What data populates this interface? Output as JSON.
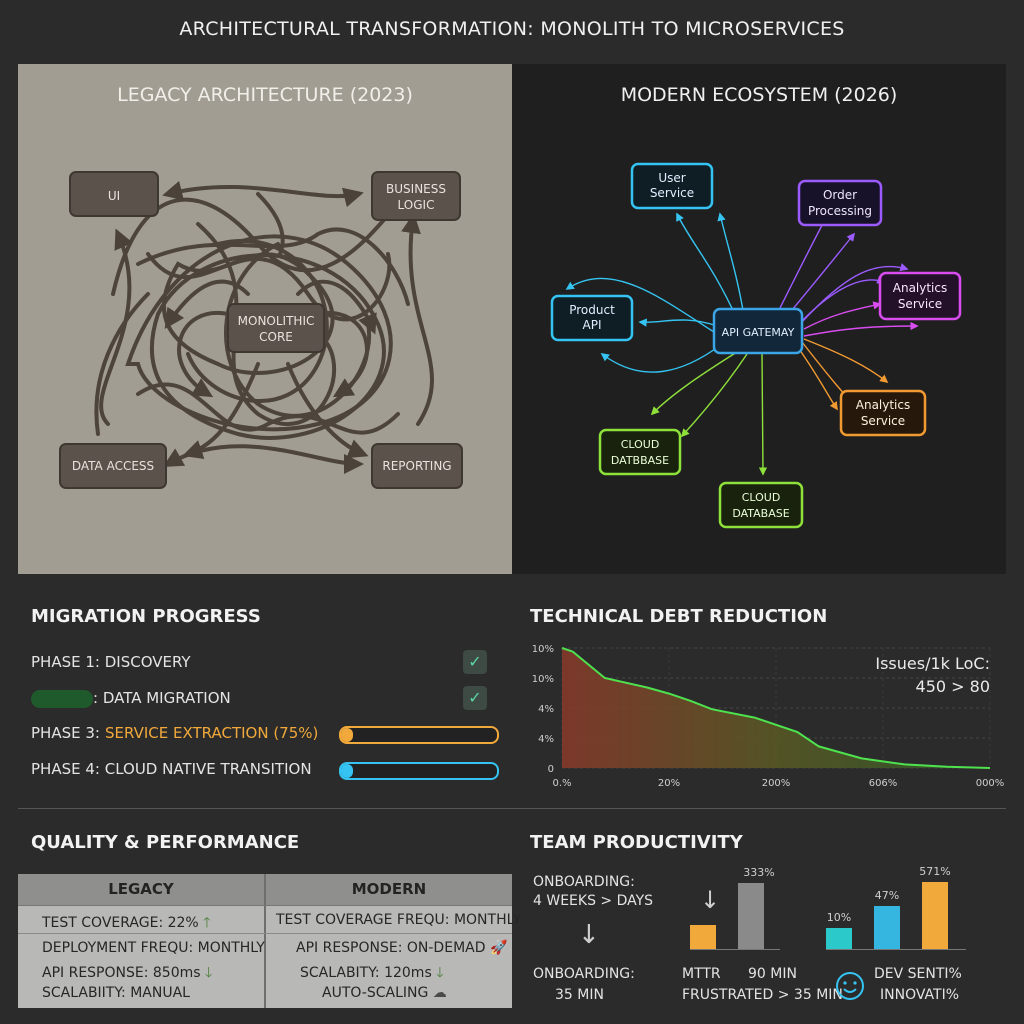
{
  "title": "ARCHITECTURAL TRANSFORMATION: MONOLITH TO MICROSERVICES",
  "legacy": {
    "heading": "LEGACY ARCHITECTURE (2023)",
    "nodes": {
      "ui": "UI",
      "business_logic": [
        "BUSINESS",
        "LOGIC"
      ],
      "core": [
        "MONOLITHIC",
        "CORE"
      ],
      "data_access": "DATA ACCESS",
      "reporting": "REPORTING"
    }
  },
  "modern": {
    "heading": "MODERN ECOSYSTEM (2026)",
    "nodes": {
      "user_service": [
        "User",
        "Service"
      ],
      "order_processing": [
        "Order",
        "Processing"
      ],
      "product_api": [
        "Product",
        "API"
      ],
      "api_gateway": "API GATEMAY",
      "analytics_purple": [
        "Analytics",
        "Service"
      ],
      "analytics_orange": [
        "Analytics",
        "Service"
      ],
      "cloud_db_left": [
        "CLOUD",
        "DATBBASE"
      ],
      "cloud_db_bottom": [
        "CLOUD",
        "DATABASE"
      ]
    },
    "colors": {
      "blue": "#35c4f2",
      "purple": "#9b5bff",
      "magenta": "#d94cf0",
      "orange": "#f29a32",
      "green": "#8ee03a"
    }
  },
  "migration": {
    "title": "MIGRATION PROGRESS",
    "phases": [
      {
        "label": "PHASE 1: DISCOVERY",
        "status": "complete",
        "icon": "check-icon"
      },
      {
        "label": ": DATA MIGRATION",
        "status": "complete",
        "icon": "check-icon"
      },
      {
        "label_prefix": "PHASE 3: ",
        "label_highlight": "SERVICE EXTRACTION (75%)",
        "status": "in-progress",
        "progress": 0.75,
        "color": "#f2a93b"
      },
      {
        "label": "PHASE 4: CLOUD NATIVE TRANSITION",
        "status": "in-progress",
        "color": "#35c4f2"
      }
    ]
  },
  "tech_debt": {
    "title": "TECHNICAL DEBT REDUCTION",
    "annotation_label": "Issues/1k LoC:",
    "annotation_value": "450 > 80"
  },
  "chart_data": {
    "type": "area",
    "y_tick_labels": [
      "10%",
      "10%",
      "4%",
      "4%",
      "0"
    ],
    "x_tick_labels": [
      "0.%",
      "20%",
      "200%",
      "606%",
      "000%"
    ],
    "x": [
      0,
      0.025,
      0.1,
      0.2,
      0.25,
      0.3,
      0.35,
      0.45,
      0.55,
      0.6,
      0.7,
      0.8,
      0.9,
      1.0
    ],
    "values": [
      1.0,
      0.97,
      0.75,
      0.67,
      0.62,
      0.56,
      0.49,
      0.42,
      0.3,
      0.18,
      0.08,
      0.03,
      0.01,
      0.0
    ],
    "grid": true,
    "fill": "gradient red to green",
    "line_color": "#4fe24f"
  },
  "quality": {
    "title": "QUALITY & PERFORMANCE",
    "legacy_header": "LEGACY",
    "modern_header": "MODERN",
    "legacy_rows": [
      {
        "text": "TEST COVERAGE: 22%",
        "icon": "arrow-up-icon"
      },
      {
        "text": "DEPLOYMENT FREQU: MONTHLY"
      },
      {
        "text": "API RESPONSE: 850ms",
        "icon": "arrow-down-icon"
      },
      {
        "text": "SCALABIITY: MANUAL"
      }
    ],
    "modern_rows": [
      {
        "text": "TEST COVERAGE FREQU: MONTHLY"
      },
      {
        "text": "API RESPONSE: ON-DEMAD",
        "icon": "rocket-icon"
      },
      {
        "text": "SCALABITY: 120ms",
        "icon": "arrow-down-icon"
      },
      {
        "text": "AUTO-SCALING",
        "icon": "cloud-icon"
      }
    ]
  },
  "team": {
    "title": "TEAM PRODUCTIVITY",
    "onboarding_top": [
      "ONBOARDING:",
      "4 WEEKS > DAYS"
    ],
    "onboarding_bottom": [
      "ONBOARDING:",
      "35 MIN"
    ],
    "bar_group_1": {
      "labels": [
        "333%"
      ],
      "values": [
        0.36,
        1.0
      ],
      "colors": [
        "#f2a93b",
        "#8a8a8a"
      ]
    },
    "bar_group_2": {
      "labels": [
        "10%",
        "47%",
        "571%"
      ],
      "values": [
        0.29,
        0.6,
        0.95
      ],
      "colors": [
        "#2bc9c9",
        "#35b6e0",
        "#f2a93b"
      ]
    },
    "mttr_label": "MTTR",
    "mttr_value": "90 MIN",
    "frustrated": "FRUSTRATED > 35 MIN",
    "dev_senti": "DEV SENTI%",
    "innovati": "INNOVATI%"
  }
}
